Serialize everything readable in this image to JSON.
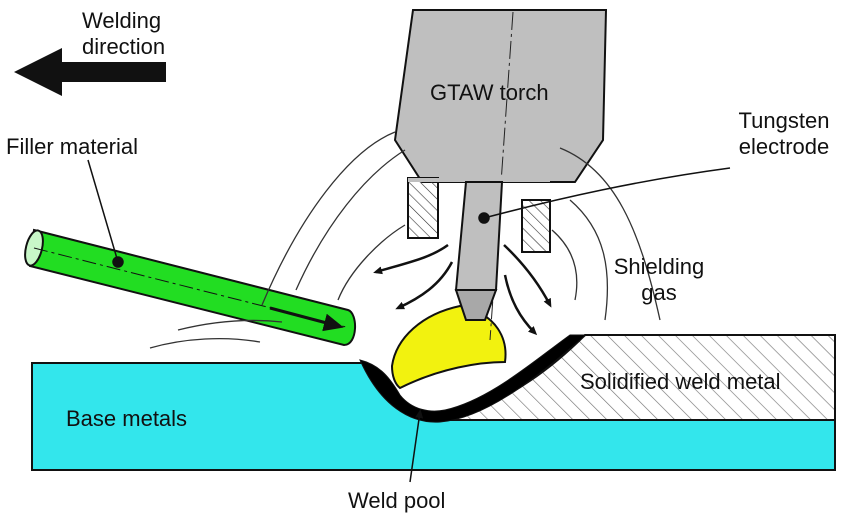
{
  "labels": {
    "welding_direction": [
      "Welding",
      "direction"
    ],
    "gtaw_torch": "GTAW torch",
    "tungsten_electrode": [
      "Tungsten",
      "electrode"
    ],
    "filler_material": "Filler material",
    "shielding_gas": [
      "Shielding",
      "gas"
    ],
    "solidified_weld_metal": "Solidified weld metal",
    "base_metals": "Base metals",
    "weld_pool": "Weld pool"
  },
  "colors": {
    "base_metal": "#33e6ec",
    "filler_rod": "#22dd22",
    "arc": "#f2f20f",
    "torch": "#bfbfbf",
    "weld_pool": "#000000",
    "outline": "#111111"
  }
}
